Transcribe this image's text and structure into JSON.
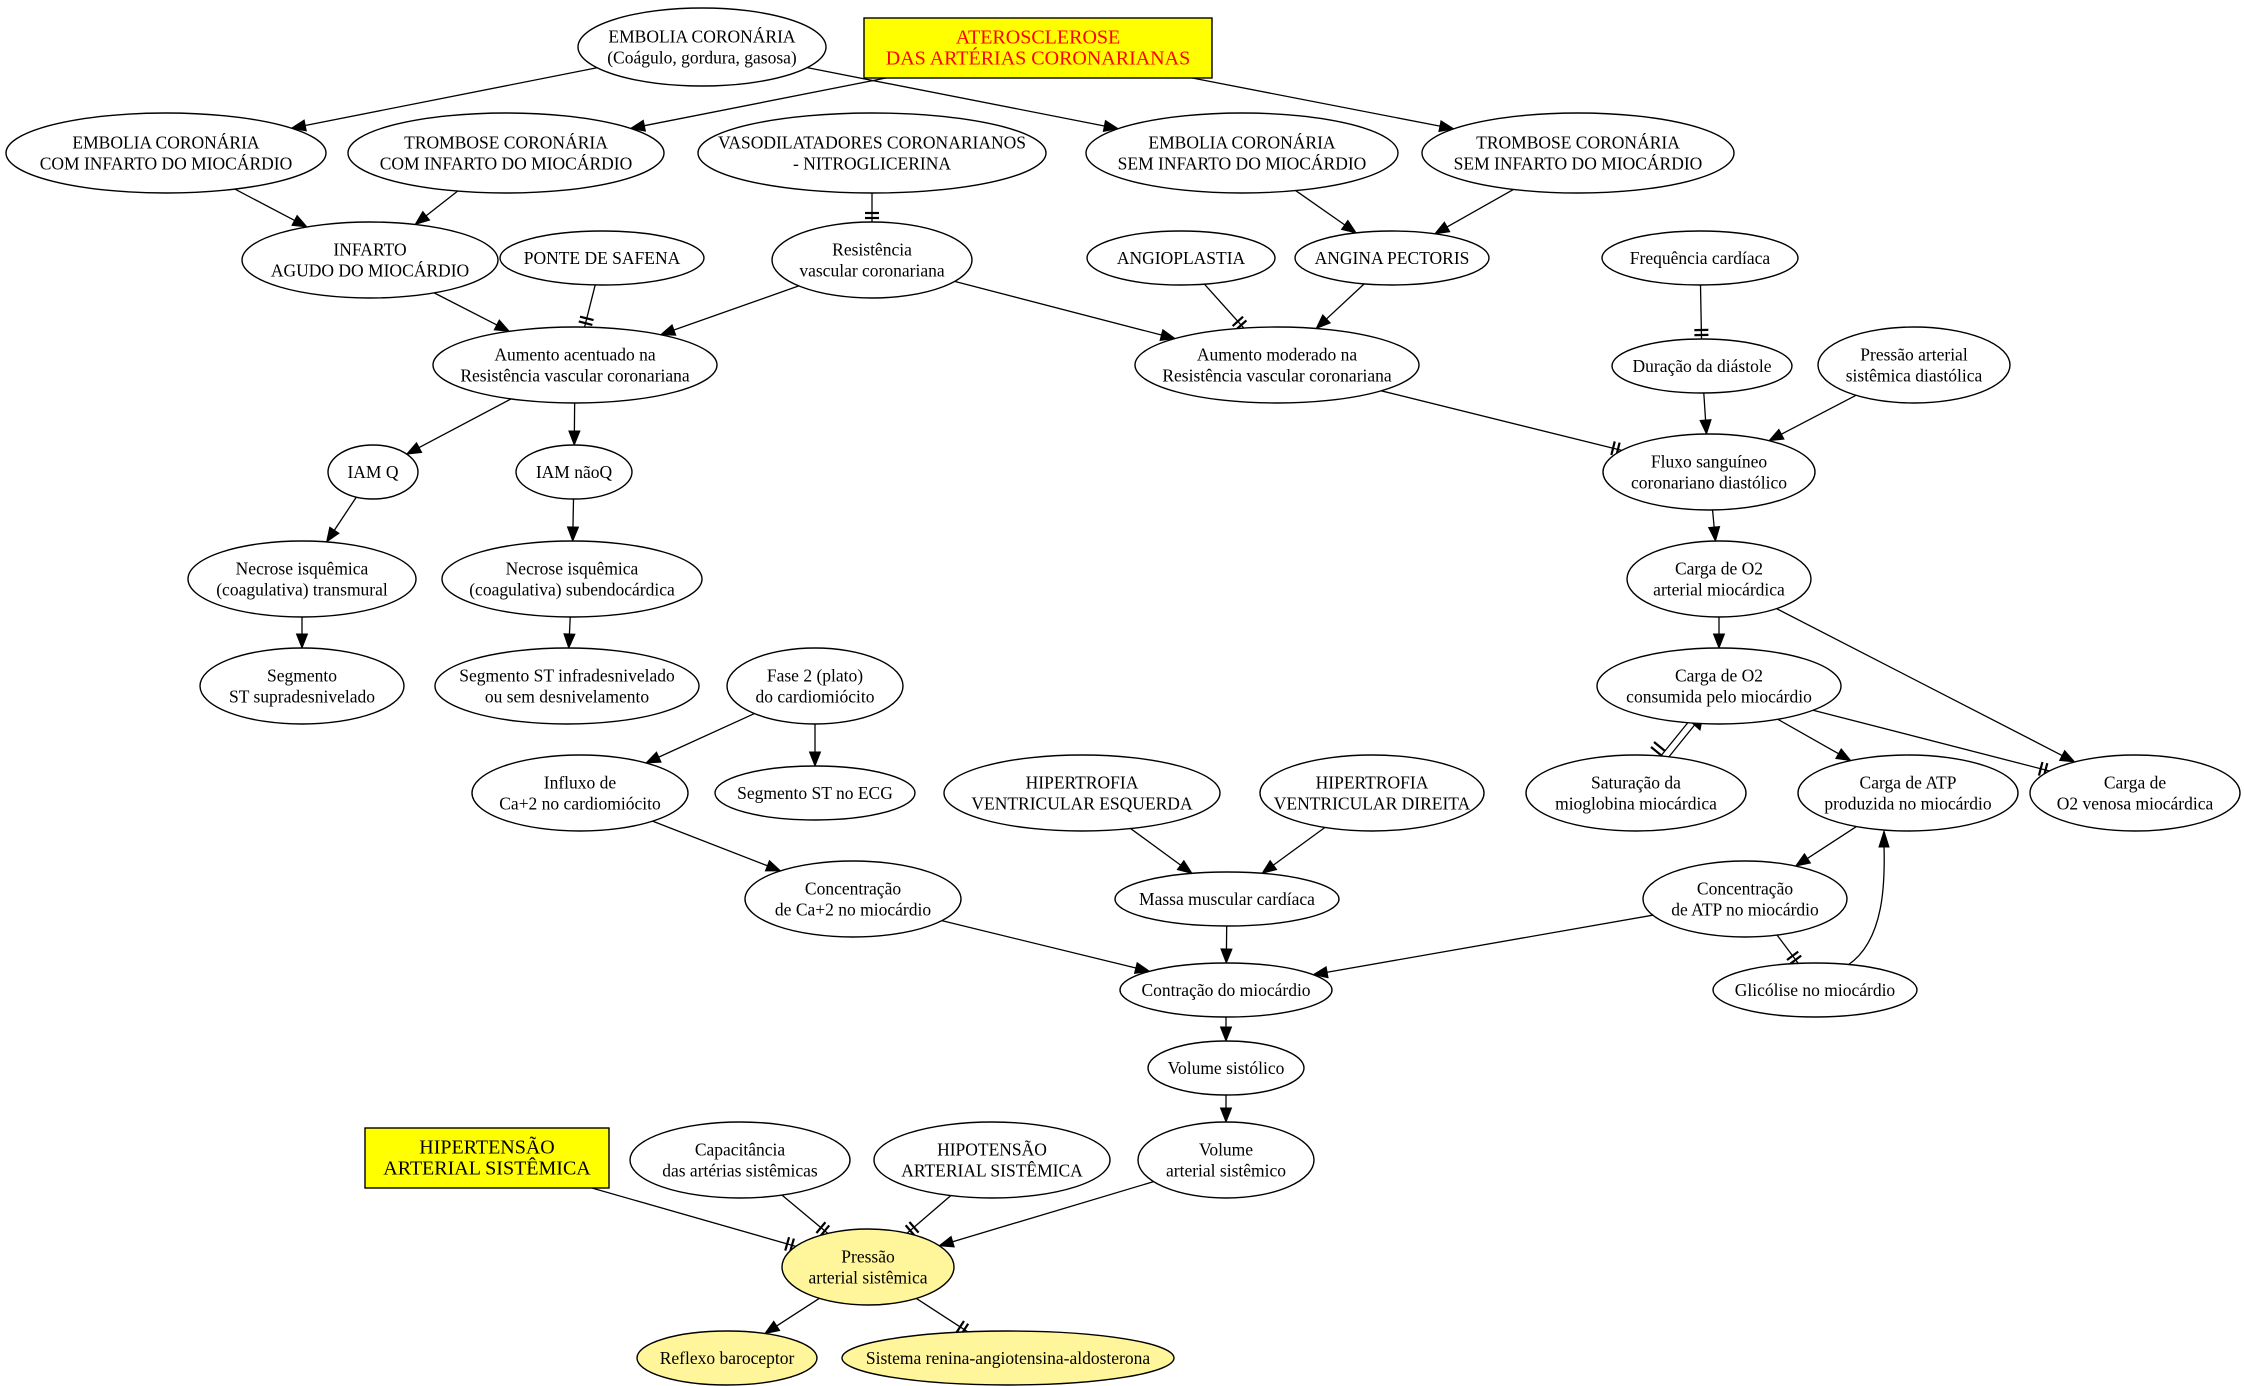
{
  "colors": {
    "ellipse_fill": "#ffffff",
    "highlight_fill": "#fff59a",
    "box_fill": "#ffff00",
    "box_stroke": "#ff0000",
    "box_text": "#ff0000",
    "stroke": "#000000"
  },
  "nodes": {
    "embolia": {
      "lines": [
        "EMBOLIA CORONÁRIA",
        "(Coágulo, gordura, gasosa)"
      ]
    },
    "ateros": {
      "lines": [
        "ATEROSCLEROSE",
        "DAS ARTÉRIAS CORONARIANAS"
      ]
    },
    "emb_com": {
      "lines": [
        "EMBOLIA CORONÁRIA",
        "COM INFARTO DO MIOCÁRDIO"
      ]
    },
    "trom_com": {
      "lines": [
        "TROMBOSE CORONÁRIA",
        "COM INFARTO DO MIOCÁRDIO"
      ]
    },
    "vaso": {
      "lines": [
        "VASODILATADORES CORONARIANOS",
        "- NITROGLICERINA"
      ]
    },
    "emb_sem": {
      "lines": [
        "EMBOLIA CORONÁRIA",
        "SEM INFARTO DO MIOCÁRDIO"
      ]
    },
    "trom_sem": {
      "lines": [
        "TROMBOSE CORONÁRIA",
        "SEM INFARTO DO MIOCÁRDIO"
      ]
    },
    "infarto": {
      "lines": [
        "INFARTO",
        "AGUDO DO MIOCÁRDIO"
      ]
    },
    "ponte": {
      "lines": [
        "PONTE DE SAFENA"
      ]
    },
    "resist": {
      "lines": [
        "Resistência",
        "vascular coronariana"
      ]
    },
    "angiopl": {
      "lines": [
        "ANGIOPLASTIA"
      ]
    },
    "angina": {
      "lines": [
        "ANGINA PECTORIS"
      ]
    },
    "freq": {
      "lines": [
        "Frequência cardíaca"
      ]
    },
    "aum_acent": {
      "lines": [
        "Aumento acentuado na",
        "Resistência vascular coronariana"
      ]
    },
    "aum_mod": {
      "lines": [
        "Aumento moderado na",
        "Resistência vascular coronariana"
      ]
    },
    "duracao": {
      "lines": [
        "Duração da diástole"
      ]
    },
    "pas_diast": {
      "lines": [
        "Pressão arterial",
        "sistêmica diastólica"
      ]
    },
    "iamq": {
      "lines": [
        "IAM Q"
      ]
    },
    "iamnq": {
      "lines": [
        "IAM  nãoQ"
      ]
    },
    "fluxo": {
      "lines": [
        "Fluxo sanguíneo",
        "coronariano diastólico"
      ]
    },
    "nec_trans": {
      "lines": [
        "Necrose isquêmica",
        "(coagulativa) transmural"
      ]
    },
    "nec_sub": {
      "lines": [
        "Necrose isquêmica",
        "(coagulativa) subendocárdica"
      ]
    },
    "carga_art": {
      "lines": [
        "Carga de O2",
        "arterial miocárdica"
      ]
    },
    "seg_supra": {
      "lines": [
        "Segmento",
        "ST supradesnivelado"
      ]
    },
    "seg_infra": {
      "lines": [
        "Segmento ST infradesnivelado",
        "ou sem desnivelamento"
      ]
    },
    "fase2": {
      "lines": [
        "Fase 2 (plato)",
        "do cardiomiócito"
      ]
    },
    "carga_cons": {
      "lines": [
        "Carga de O2",
        "consumida pelo miocárdio"
      ]
    },
    "influxo": {
      "lines": [
        "Influxo de",
        "Ca+2 no cardiomiócito"
      ]
    },
    "seg_ecg": {
      "lines": [
        "Segmento ST no ECG"
      ]
    },
    "hve": {
      "lines": [
        "HIPERTROFIA",
        "VENTRICULAR ESQUERDA"
      ]
    },
    "hvd": {
      "lines": [
        "HIPERTROFIA",
        "VENTRICULAR DIREITA"
      ]
    },
    "satur": {
      "lines": [
        "Saturação da",
        "mioglobina  miocárdica"
      ]
    },
    "atp_prod": {
      "lines": [
        "Carga de ATP",
        "produzida no miocárdio"
      ]
    },
    "o2_ven": {
      "lines": [
        "Carga de",
        "O2 venosa miocárdica"
      ]
    },
    "conc_ca": {
      "lines": [
        "Concentração",
        "de Ca+2 no miocárdio"
      ]
    },
    "massa": {
      "lines": [
        "Massa muscular cardíaca"
      ]
    },
    "conc_atp": {
      "lines": [
        "Concentração",
        "de ATP no miocárdio"
      ]
    },
    "contr": {
      "lines": [
        "Contração do miocárdio"
      ]
    },
    "glic": {
      "lines": [
        "Glicólise no miocárdio"
      ]
    },
    "vol_sis": {
      "lines": [
        "Volume sistólico"
      ]
    },
    "hiper": {
      "lines": [
        "HIPERTENSÃO",
        "ARTERIAL SISTÊMICA"
      ]
    },
    "capac": {
      "lines": [
        "Capacitância",
        "das artérias sistêmicas"
      ]
    },
    "hipot": {
      "lines": [
        "HIPOTENSÃO",
        "ARTERIAL SISTÊMICA"
      ]
    },
    "vol_art": {
      "lines": [
        "Volume",
        "arterial sistêmico"
      ]
    },
    "pressao": {
      "lines": [
        "Pressão",
        "arterial sistêmica"
      ]
    },
    "reflexo": {
      "lines": [
        "Reflexo baroceptor"
      ]
    },
    "sraa": {
      "lines": [
        "Sistema renina-angiotensina-aldosterona"
      ]
    }
  }
}
